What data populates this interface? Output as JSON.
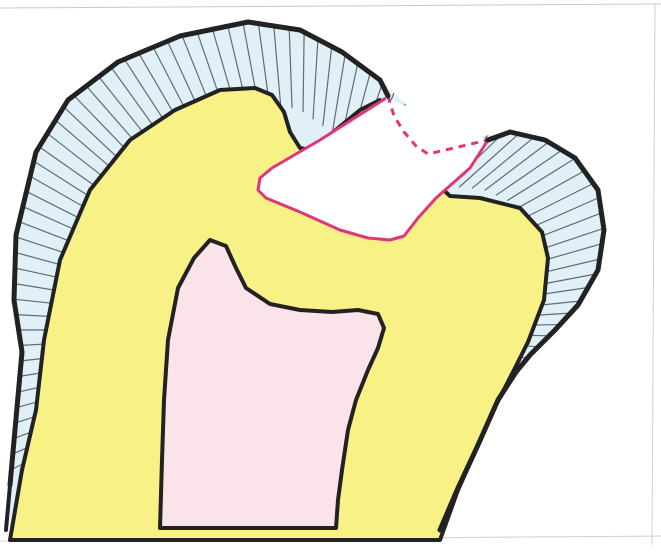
{
  "diagram": {
    "colors": {
      "background": "#ffffff",
      "enamel": "#e1f0f7",
      "enamel_stripes": "#5e6d75",
      "dentin": "#f7f186",
      "pulp": "#fbe3ea",
      "outline": "#222222",
      "cavity_outline": "#e0357a",
      "cavity_fill": "#ffffff",
      "page_edge": "#c9c9c9"
    },
    "layers": [
      {
        "key": "enamel",
        "visible_label": ""
      },
      {
        "key": "dentin",
        "visible_label": ""
      },
      {
        "key": "pulp",
        "visible_label": ""
      },
      {
        "key": "cavity-preparation",
        "visible_label": ""
      }
    ]
  }
}
